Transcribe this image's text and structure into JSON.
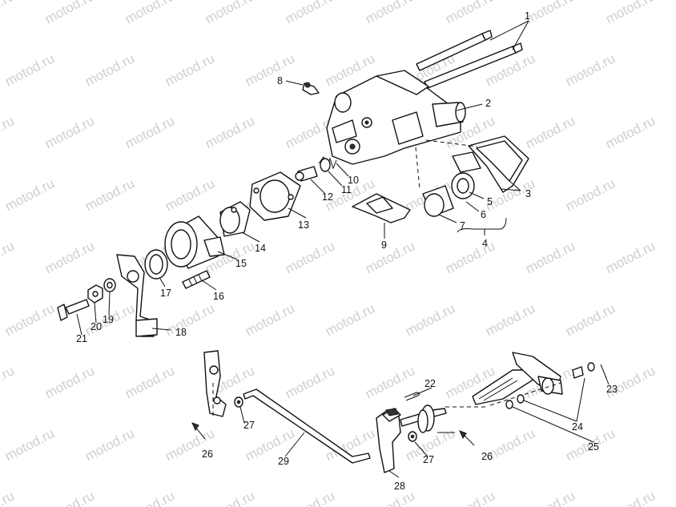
{
  "watermark": "motod.ru",
  "callouts": [
    {
      "id": "c1",
      "text": "1"
    },
    {
      "id": "c2",
      "text": "2"
    },
    {
      "id": "c3",
      "text": "3"
    },
    {
      "id": "c4",
      "text": "4"
    },
    {
      "id": "c5",
      "text": "5"
    },
    {
      "id": "c6",
      "text": "6"
    },
    {
      "id": "c7",
      "text": "7"
    },
    {
      "id": "c8",
      "text": "8"
    },
    {
      "id": "c9",
      "text": "9"
    },
    {
      "id": "c10",
      "text": "10"
    },
    {
      "id": "c11",
      "text": "11"
    },
    {
      "id": "c12",
      "text": "12"
    },
    {
      "id": "c13",
      "text": "13"
    },
    {
      "id": "c14",
      "text": "14"
    },
    {
      "id": "c15",
      "text": "15"
    },
    {
      "id": "c16",
      "text": "16"
    },
    {
      "id": "c17",
      "text": "17"
    },
    {
      "id": "c18",
      "text": "18"
    },
    {
      "id": "c19",
      "text": "19"
    },
    {
      "id": "c20",
      "text": "20"
    },
    {
      "id": "c21",
      "text": "21"
    },
    {
      "id": "c22",
      "text": "22"
    },
    {
      "id": "c23",
      "text": "23"
    },
    {
      "id": "c24",
      "text": "24"
    },
    {
      "id": "c25",
      "text": "25"
    },
    {
      "id": "c26a",
      "text": "26"
    },
    {
      "id": "c26b",
      "text": "26"
    },
    {
      "id": "c27a",
      "text": "27"
    },
    {
      "id": "c27b",
      "text": "27"
    },
    {
      "id": "c28",
      "text": "28"
    },
    {
      "id": "c29",
      "text": "29"
    }
  ]
}
